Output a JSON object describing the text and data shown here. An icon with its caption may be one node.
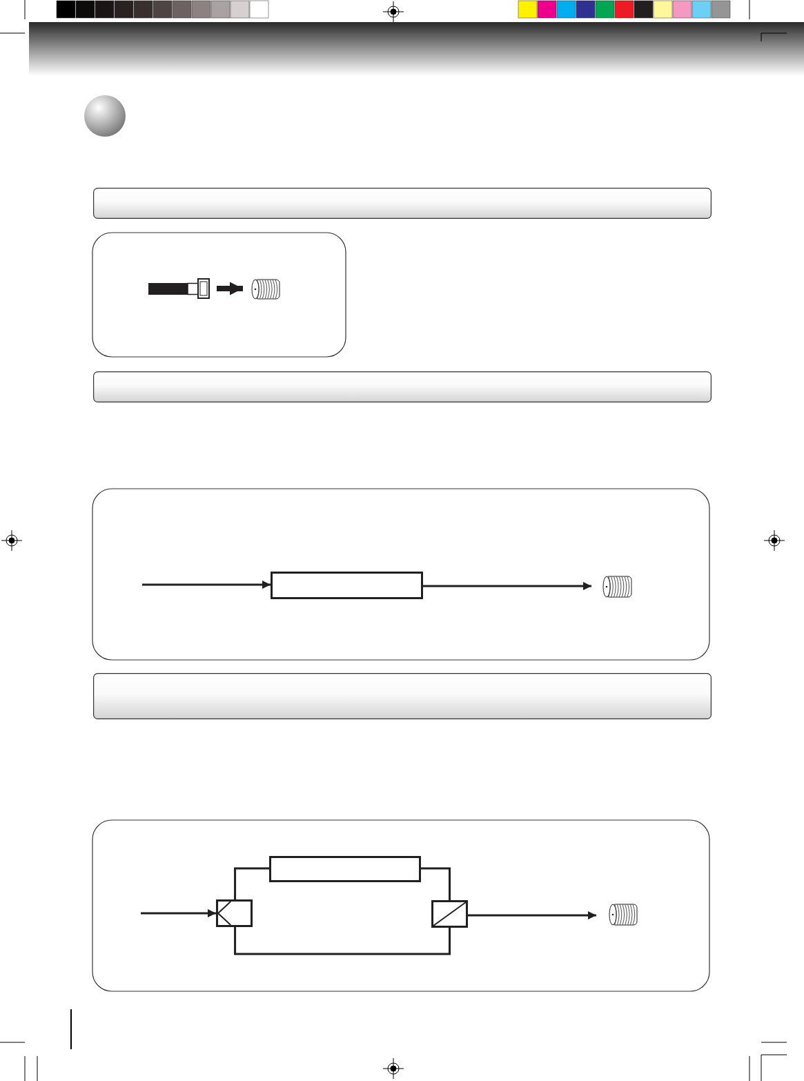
{
  "diagram": {
    "nodes": [
      {
        "text": [],
        "shape": "band"
      },
      {
        "text": [],
        "shape": "cable"
      },
      {
        "text": [],
        "shape": "cylinder"
      },
      {
        "text": [],
        "shape": "band"
      },
      {
        "text": [],
        "shape": "box"
      },
      {
        "text": [],
        "shape": "cylinder"
      },
      {
        "text": [],
        "shape": "band"
      },
      {
        "text": [],
        "shape": "box"
      },
      {
        "text": [],
        "shape": "splitter"
      },
      {
        "text": [],
        "shape": "combiner"
      },
      {
        "text": [],
        "shape": "cylinder"
      }
    ],
    "edges": [
      {
        "from": 1,
        "to": 2,
        "arrow": "to",
        "style": "thick"
      },
      {
        "from": null,
        "to": 4,
        "arrow": "to"
      },
      {
        "from": 4,
        "to": 5,
        "arrow": "to"
      },
      {
        "from": null,
        "to": 8,
        "arrow": "to"
      },
      {
        "from": 8,
        "to": 7,
        "arrow": "none"
      },
      {
        "from": 7,
        "to": 9,
        "arrow": "none"
      },
      {
        "from": 8,
        "to": 9,
        "arrow": "none"
      },
      {
        "from": 9,
        "to": 10,
        "arrow": "to"
      }
    ]
  }
}
